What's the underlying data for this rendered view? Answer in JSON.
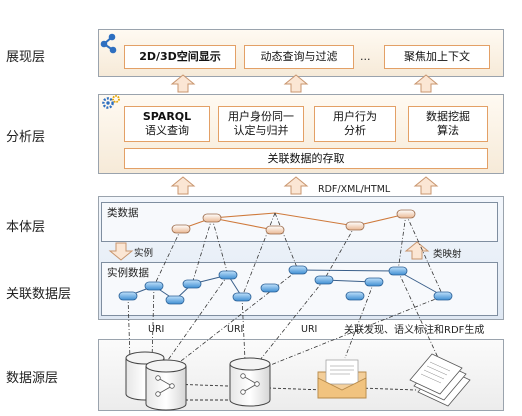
{
  "layers": {
    "presentation": "展现层",
    "analysis": "分析层",
    "ontology": "本体层",
    "linked_data": "关联数据层",
    "data_source": "数据源层"
  },
  "presentation_boxes": [
    "2D/3D空间显示",
    "动态查询与过滤",
    "聚焦加上下文"
  ],
  "presentation_ellipsis": "...",
  "analysis_boxes": [
    {
      "line1": "SPARQL",
      "line2": "语义查询"
    },
    {
      "line1": "用户身份同一",
      "line2": "认定与归并"
    },
    {
      "line1": "用户行为",
      "line2": "分析"
    },
    {
      "line1": "数据挖掘",
      "line2": "算法"
    }
  ],
  "storage_box": "关联数据的存取",
  "formats_label": "RDF/XML/HTML",
  "class_data_title": "类数据",
  "instance_data_title": "实例数据",
  "instance_label": "实例",
  "class_mapping_label": "类映射",
  "uri_labels": [
    "URI",
    "URI",
    "URI"
  ],
  "generation_label": "关联发现、语义标注和RDF生成",
  "colors": {
    "arrow_fill": "#fbe6d4",
    "arrow_stroke": "#c8956e",
    "box_border": "#e3a066",
    "node_blue": "#6fb1e6",
    "node_peach": "#f2c9a8",
    "link_orange": "#cf7a3c",
    "link_blue": "#3a5f8a"
  }
}
